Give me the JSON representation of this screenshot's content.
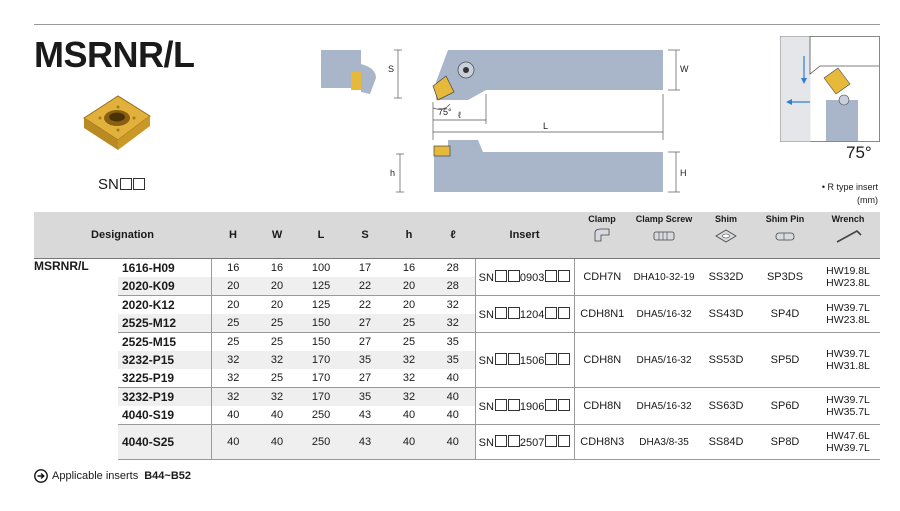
{
  "title": "MSRNR/L",
  "insert_code": "SN",
  "angle": "75°",
  "rtype_note": "• R type insert",
  "unit_note": "(mm)",
  "dims": {
    "S": "S",
    "W": "W",
    "L": "L",
    "l": "ℓ",
    "h": "h",
    "H": "H",
    "a75": "75°"
  },
  "headers": {
    "designation": "Designation",
    "H": "H",
    "W": "W",
    "L": "L",
    "S": "S",
    "h": "h",
    "l": "ℓ",
    "insert": "Insert",
    "clamp": "Clamp",
    "clamp_screw": "Clamp Screw",
    "shim": "Shim",
    "shim_pin": "Shim Pin",
    "wrench": "Wrench"
  },
  "series": "MSRNR/L",
  "rows": [
    {
      "d": "1616-H09",
      "H": "16",
      "W": "16",
      "L": "100",
      "S": "17",
      "h": "16",
      "l": "28"
    },
    {
      "d": "2020-K09",
      "H": "20",
      "W": "20",
      "L": "125",
      "S": "22",
      "h": "20",
      "l": "28"
    },
    {
      "d": "2020-K12",
      "H": "20",
      "W": "20",
      "L": "125",
      "S": "22",
      "h": "20",
      "l": "32"
    },
    {
      "d": "2525-M12",
      "H": "25",
      "W": "25",
      "L": "150",
      "S": "27",
      "h": "25",
      "l": "32"
    },
    {
      "d": "2525-M15",
      "H": "25",
      "W": "25",
      "L": "150",
      "S": "27",
      "h": "25",
      "l": "35"
    },
    {
      "d": "3232-P15",
      "H": "32",
      "W": "32",
      "L": "170",
      "S": "35",
      "h": "32",
      "l": "35"
    },
    {
      "d": "3225-P19",
      "H": "32",
      "W": "25",
      "L": "170",
      "S": "27",
      "h": "32",
      "l": "40"
    },
    {
      "d": "3232-P19",
      "H": "32",
      "W": "32",
      "L": "170",
      "S": "35",
      "h": "32",
      "l": "40"
    },
    {
      "d": "4040-S19",
      "H": "40",
      "W": "40",
      "L": "250",
      "S": "43",
      "h": "40",
      "l": "40"
    },
    {
      "d": "4040-S25",
      "H": "40",
      "W": "40",
      "L": "250",
      "S": "43",
      "h": "40",
      "l": "40"
    }
  ],
  "groups": [
    {
      "insert_pre": "SN",
      "insert_post": "0903",
      "clamp": "CDH7N",
      "screw": "DHA10-32-19",
      "shim": "SS32D",
      "pin": "SP3DS",
      "wrench1": "HW19.8L",
      "wrench2": "HW23.8L"
    },
    {
      "insert_pre": "SN",
      "insert_post": "1204",
      "clamp": "CDH8N1",
      "screw": "DHA5/16-32",
      "shim": "SS43D",
      "pin": "SP4D",
      "wrench1": "HW39.7L",
      "wrench2": "HW23.8L"
    },
    {
      "insert_pre": "SN",
      "insert_post": "1506",
      "clamp": "CDH8N",
      "screw": "DHA5/16-32",
      "shim": "SS53D",
      "pin": "SP5D",
      "wrench1": "HW39.7L",
      "wrench2": "HW31.8L"
    },
    {
      "insert_pre": "SN",
      "insert_post": "1906",
      "clamp": "CDH8N",
      "screw": "DHA5/16-32",
      "shim": "SS63D",
      "pin": "SP6D",
      "wrench1": "HW39.7L",
      "wrench2": "HW35.7L"
    },
    {
      "insert_pre": "SN",
      "insert_post": "2507",
      "clamp": "CDH8N3",
      "screw": "DHA3/8-35",
      "shim": "SS84D",
      "pin": "SP8D",
      "wrench1": "HW47.6L",
      "wrench2": "HW39.7L"
    }
  ],
  "footer": {
    "text": "Applicable inserts",
    "range": "B44~B52"
  },
  "colors": {
    "holder": "#a9b6c9",
    "insert": "#e6b93a",
    "header_bg": "#d9d9d9",
    "row_alt": "#efefef",
    "arrow": "#2e7fd3"
  }
}
